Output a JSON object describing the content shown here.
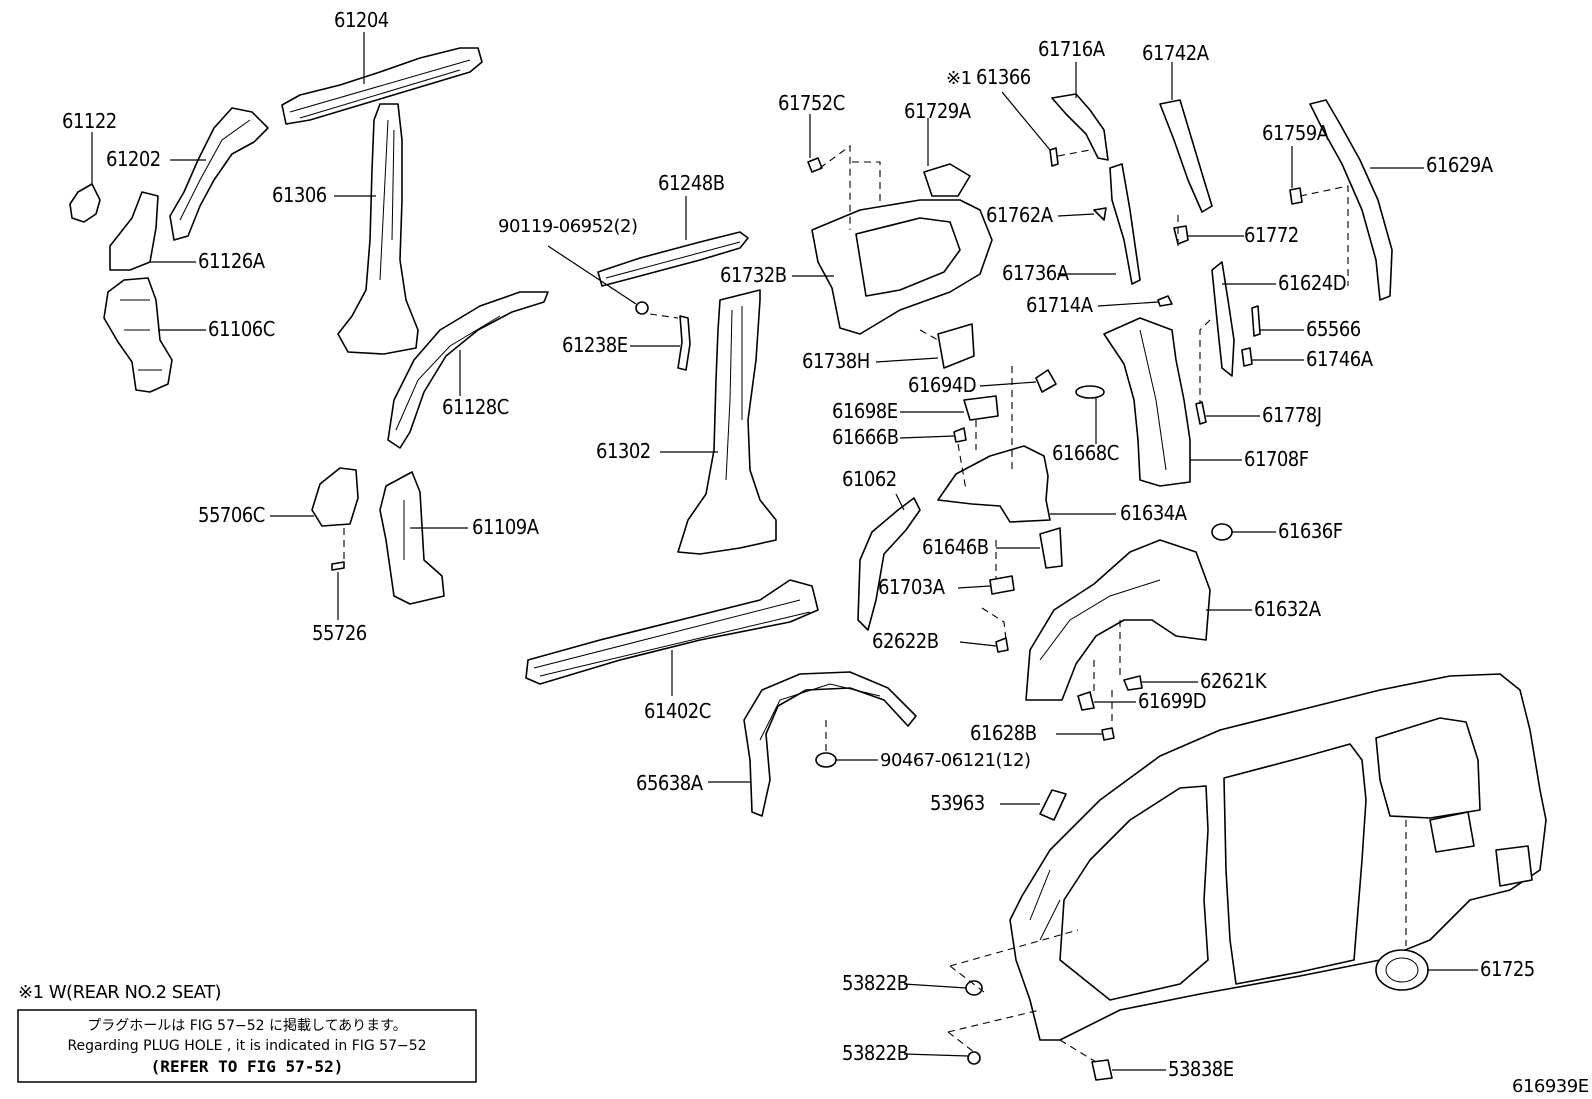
{
  "labels": {
    "l61204": "61204",
    "l61122": "61122",
    "l61202": "61202",
    "l61306": "61306",
    "l61126A": "61126A",
    "l61106C": "61106C",
    "l61128C": "61128C",
    "l55706C": "55706C",
    "l61109A": "61109A",
    "l55726": "55726",
    "l61248B": "61248B",
    "l90119": "90119-06952(2)",
    "l61238E": "61238E",
    "l61302": "61302",
    "l61402C": "61402C",
    "l65638A": "65638A",
    "l90467": "90467-06121(12)",
    "l61752C": "61752C",
    "l61729A": "61729A",
    "l61366": "61366",
    "l61716A": "61716A",
    "l61742A": "61742A",
    "l61759A": "61759A",
    "l61629A": "61629A",
    "l61762A": "61762A",
    "l61732B": "61732B",
    "l61772": "61772",
    "l61736A": "61736A",
    "l61624D": "61624D",
    "l61714A": "61714A",
    "l65566": "65566",
    "l61738H": "61738H",
    "l61746A": "61746A",
    "l61694D": "61694D",
    "l61698E": "61698E",
    "l61778J": "61778J",
    "l61666B": "61666B",
    "l61668C": "61668C",
    "l61708F": "61708F",
    "l61062": "61062",
    "l61634A": "61634A",
    "l61646B": "61646B",
    "l61636F": "61636F",
    "l61703A": "61703A",
    "l61632A": "61632A",
    "l62622B": "62622B",
    "l62621K": "62621K",
    "l61699D": "61699D",
    "l61628B": "61628B",
    "l53963": "53963",
    "l61725": "61725",
    "l53822B_1": "53822B",
    "l53822B_2": "53822B",
    "l53838E": "53838E"
  },
  "footnote_mark": "※1",
  "footnote": "※1 W(REAR NO.2 SEAT)",
  "note": {
    "jp": "プラグホールは FIG 57−52 に掲載してあります。",
    "en": "Regarding  PLUG  HOLE , it is indicated in FIG  57−52",
    "ref": "(REFER TO FIG 57-52)"
  },
  "figure_id": "616939E"
}
